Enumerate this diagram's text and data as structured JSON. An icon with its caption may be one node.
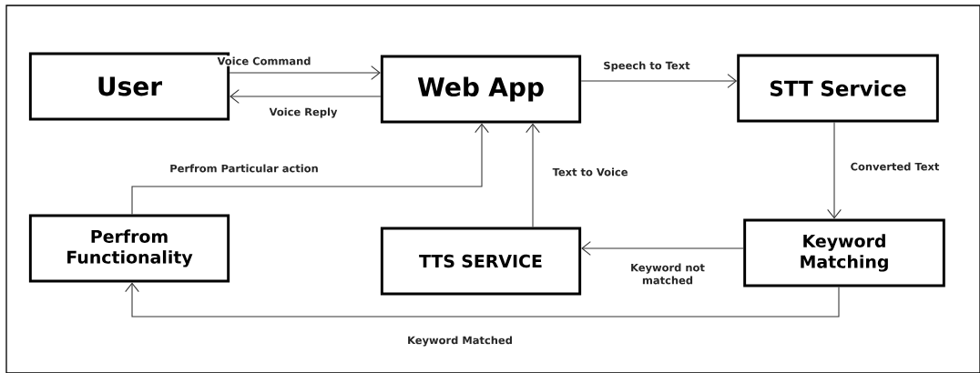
{
  "diagram": {
    "nodes": [
      {
        "text": [
          "User"
        ]
      },
      {
        "text": [
          "Web App"
        ]
      },
      {
        "text": [
          "STT Service"
        ]
      },
      {
        "text": [
          "Perfrom Functionality"
        ]
      },
      {
        "text": [
          "TTS SERVICE"
        ]
      },
      {
        "text": [
          "Keyword Matching"
        ]
      }
    ],
    "edges": [
      {
        "from": 0,
        "to": 1,
        "arrow": "to",
        "label": "Voice Command"
      },
      {
        "from": 1,
        "to": 0,
        "arrow": "to",
        "label": "Voice Reply"
      },
      {
        "from": 1,
        "to": 2,
        "arrow": "to",
        "label": "Speech to Text"
      },
      {
        "from": 2,
        "to": 5,
        "arrow": "to",
        "label": "Converted Text"
      },
      {
        "from": 5,
        "to": 4,
        "arrow": "to",
        "label": "Keyword not matched"
      },
      {
        "from": 4,
        "to": 1,
        "arrow": "to",
        "label": "Text to Voice"
      },
      {
        "from": 3,
        "to": 1,
        "arrow": "to",
        "label": "Perfrom Particular action"
      },
      {
        "from": 5,
        "to": 3,
        "arrow": "to",
        "label": "Keyword Matched"
      }
    ]
  }
}
